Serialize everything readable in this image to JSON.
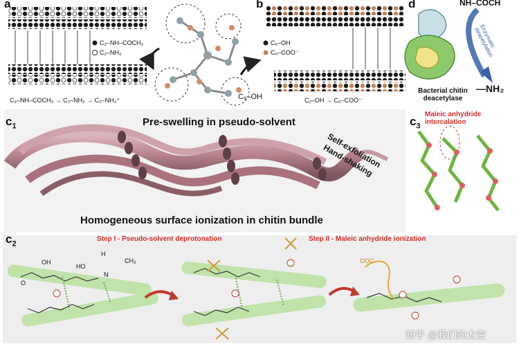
{
  "panels": {
    "a": {
      "label": "a",
      "legend": [
        "C₂–NH–COCH₃",
        "C₂–NH₂"
      ],
      "scheme": "C₂–NH–COCH₃ → C₂–NH₂ → C₂–NH₃⁺"
    },
    "b": {
      "label": "b",
      "legend": [
        "C₆–OH",
        "C₆–COO⁻"
      ],
      "reagent": "C₆–OH",
      "scheme": "C₂–OH → C₆–COO⁻"
    },
    "d": {
      "label": "d",
      "top_text": "NH–COCH",
      "enzyme": "Bacterial chitin deacetylase",
      "arrow_text": "Enzymatic deacetylation",
      "product": "—NH₂"
    },
    "c1": {
      "label": "c",
      "sub": "1",
      "title": "Pre-swelling in pseudo-solvent",
      "annot1": "Self-exfoliation",
      "annot2": "Hand-shaking",
      "caption": "Homogeneous surface ionization in chitin bundle"
    },
    "c3": {
      "label": "c",
      "sub": "3",
      "title": "Maleic anhydride intercalation"
    },
    "c2": {
      "label": "c",
      "sub": "2",
      "step1": "Step I - Pseudo-solvent deprotonation",
      "step2": "Step II - Maleic anhydride ionization",
      "atom_labels": [
        "OH",
        "HO",
        "O",
        "N",
        "H",
        "CH₃",
        "OOC"
      ]
    }
  },
  "watermark": "知乎 @我们的太空",
  "colors": {
    "panel_c1_bg": "#f2f2f2",
    "panel_c2_bg": "#eeeeee",
    "fiber": "#c79aa3",
    "fiber_dark": "#5d3f47",
    "band_green": "#bfe3a8",
    "step_red": "#d2312c",
    "bead_orange": "#c7845a",
    "bead_dark": "#1c1c1c",
    "molecule_green": "#71b344"
  }
}
